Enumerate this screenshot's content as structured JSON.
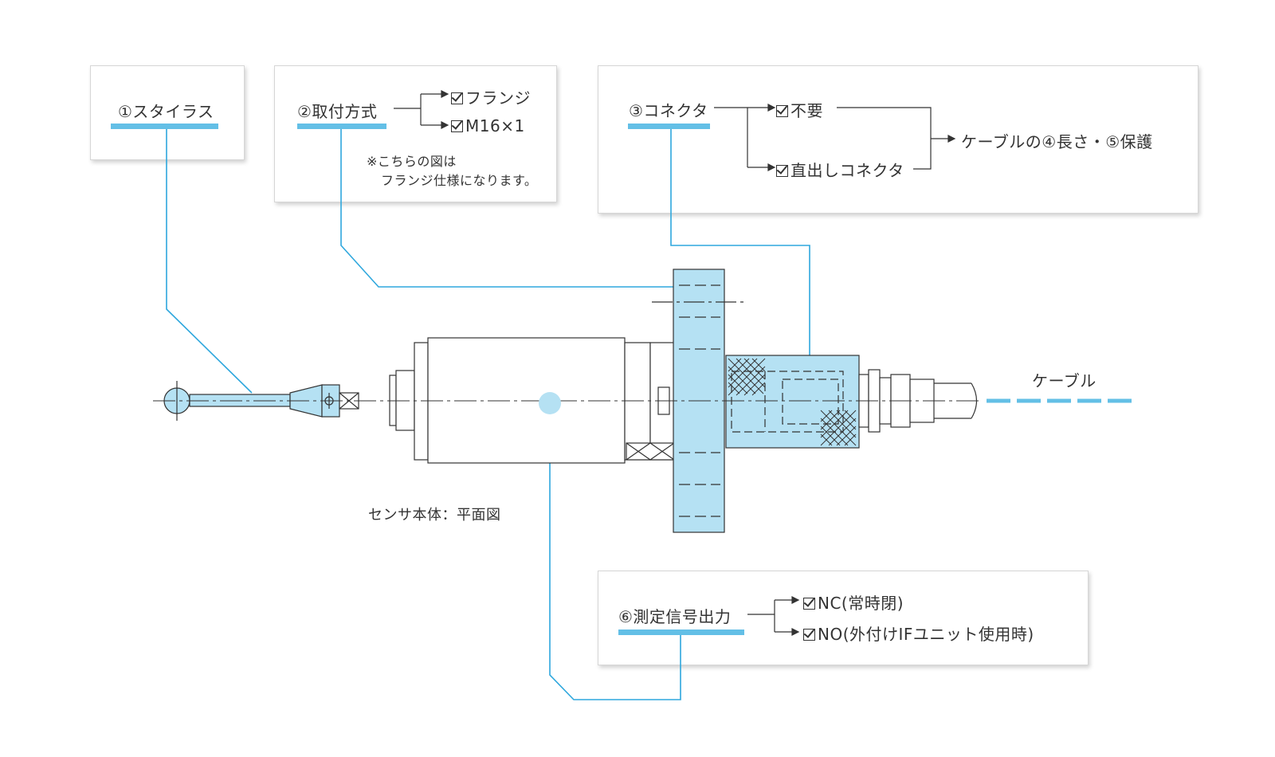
{
  "colors": {
    "accent": "#63bfe6",
    "fill": "#b5e1f3",
    "line": "#333333",
    "leader": "#2ea7dd"
  },
  "stylus": {
    "title": "①スタイラス"
  },
  "mount": {
    "title": "②取付方式",
    "options": [
      "フランジ",
      "M16×1"
    ],
    "note_line1": "※こちらの図は",
    "note_line2": "フランジ仕様になります。"
  },
  "connector": {
    "title": "③コネクタ",
    "options": [
      "不要",
      "直出しコネクタ"
    ],
    "result": "ケーブルの④長さ・⑤保護"
  },
  "signal": {
    "title": "⑥測定信号出力",
    "options": [
      "NC(常時閉)",
      "NO(外付けIFユニット使用時)"
    ]
  },
  "drawing": {
    "cable_label": "ケーブル",
    "body_label": "センサ本体：平面図"
  }
}
